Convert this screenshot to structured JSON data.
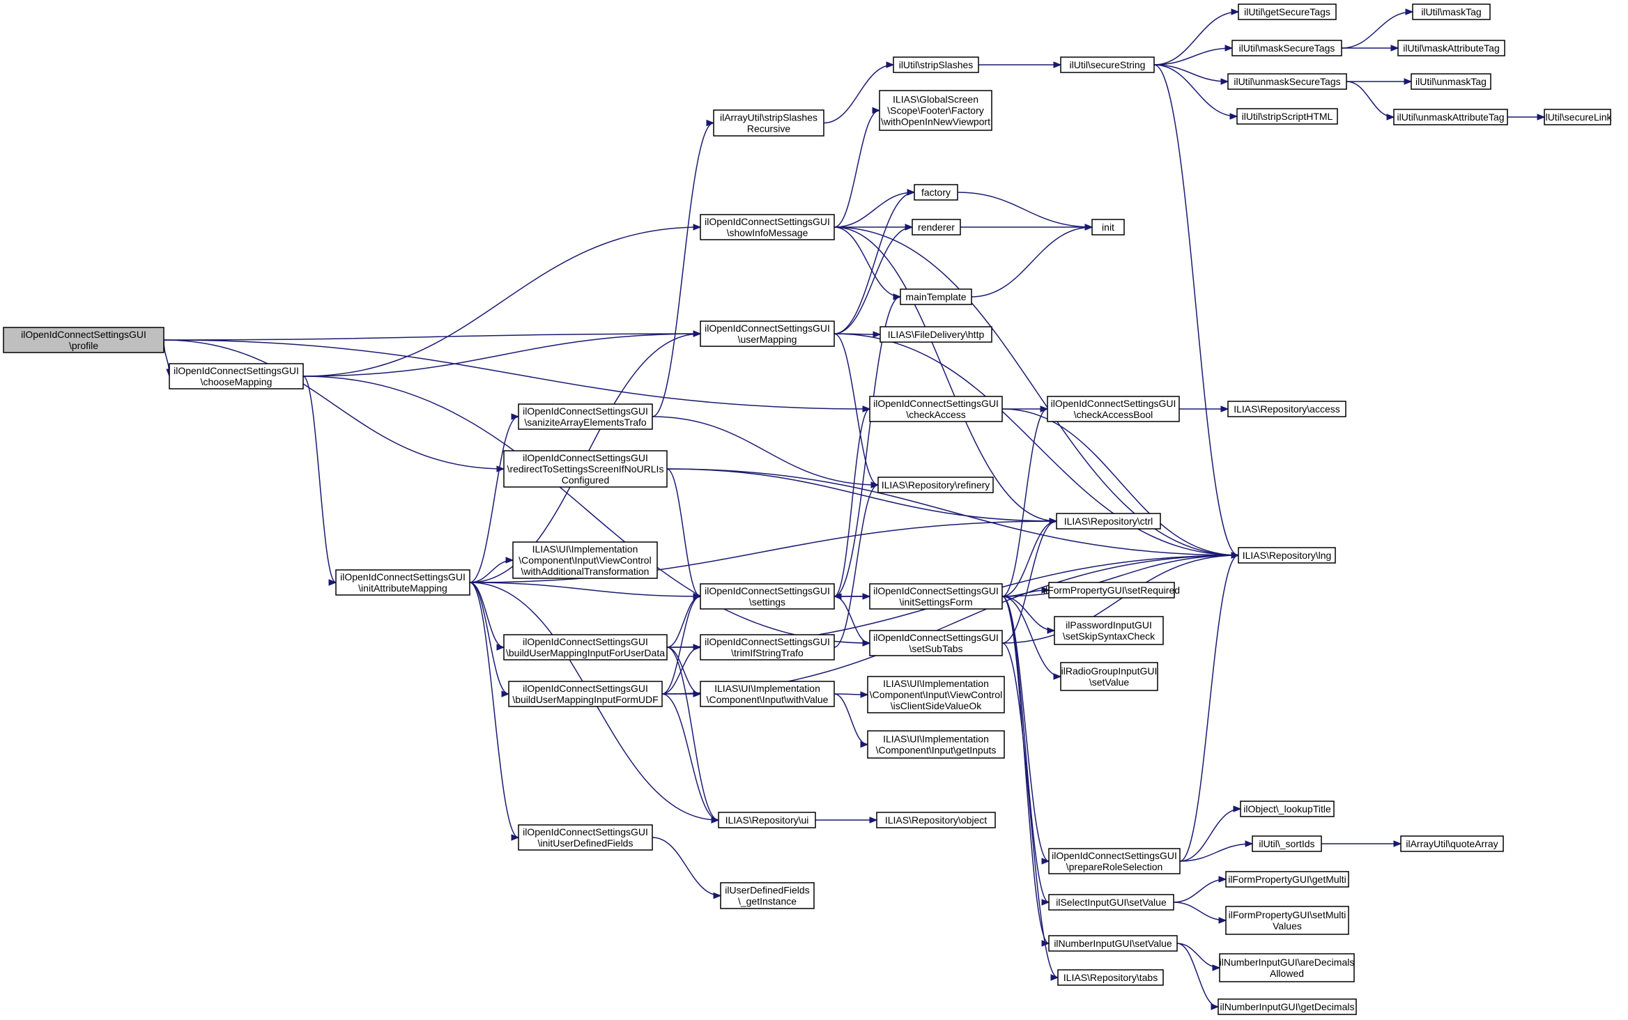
{
  "diagram": {
    "type": "call-graph",
    "root": "profile",
    "edge_color": "#191970",
    "root_fill": "#bfbfbf",
    "nodes": [
      {
        "id": "profile",
        "lines": [
          "ilOpenIdConnectSettingsGUI",
          "\\profile"
        ]
      },
      {
        "id": "chooseMapping",
        "lines": [
          "ilOpenIdConnectSettingsGUI",
          "\\chooseMapping"
        ]
      },
      {
        "id": "initAttributeMapping",
        "lines": [
          "ilOpenIdConnectSettingsGUI",
          "\\initAttributeMapping"
        ]
      },
      {
        "id": "stripSlashesRecursive",
        "lines": [
          "ilArrayUtil\\stripSlashes",
          "Recursive"
        ]
      },
      {
        "id": "showInfoMessage",
        "lines": [
          "ilOpenIdConnectSettingsGUI",
          "\\showInfoMessage"
        ]
      },
      {
        "id": "userMapping",
        "lines": [
          "ilOpenIdConnectSettingsGUI",
          "\\userMapping"
        ]
      },
      {
        "id": "saniziteArray",
        "lines": [
          "ilOpenIdConnectSettingsGUI",
          "\\saniziteArrayElementsTrafo"
        ]
      },
      {
        "id": "redirectToSettings",
        "lines": [
          "ilOpenIdConnectSettingsGUI",
          "\\redirectToSettingsScreenIfNoURLIs",
          "Configured"
        ]
      },
      {
        "id": "withAdditionalTransformation",
        "lines": [
          "ILIAS\\UI\\Implementation",
          "\\Component\\Input\\ViewControl",
          "\\withAdditionalTransformation"
        ]
      },
      {
        "id": "buildUserMappingInputForUserData",
        "lines": [
          "ilOpenIdConnectSettingsGUI",
          "\\buildUserMappingInputForUserData"
        ]
      },
      {
        "id": "buildUserMappingInputFormUDF",
        "lines": [
          "ilOpenIdConnectSettingsGUI",
          "\\buildUserMappingInputFormUDF"
        ]
      },
      {
        "id": "initUserDefinedFields",
        "lines": [
          "ilOpenIdConnectSettingsGUI",
          "\\initUserDefinedFields"
        ]
      },
      {
        "id": "getInstance",
        "lines": [
          "ilUserDefinedFields",
          "\\_getInstance"
        ]
      },
      {
        "id": "repoUi",
        "lines": [
          "ILIAS\\Repository\\ui"
        ]
      },
      {
        "id": "settings",
        "lines": [
          "ilOpenIdConnectSettingsGUI",
          "\\settings"
        ]
      },
      {
        "id": "trimIfStringTrafo",
        "lines": [
          "ilOpenIdConnectSettingsGUI",
          "\\trimIfStringTrafo"
        ]
      },
      {
        "id": "withValue",
        "lines": [
          "ILIAS\\UI\\Implementation",
          "\\Component\\Input\\withValue"
        ]
      },
      {
        "id": "stripSlashes",
        "lines": [
          "ilUtil\\stripSlashes"
        ]
      },
      {
        "id": "withOpenInNewViewport",
        "lines": [
          "ILIAS\\GlobalScreen",
          "\\Scope\\Footer\\Factory",
          "\\withOpenInNewViewport"
        ]
      },
      {
        "id": "factory",
        "lines": [
          "factory"
        ]
      },
      {
        "id": "renderer",
        "lines": [
          "renderer"
        ]
      },
      {
        "id": "mainTemplate",
        "lines": [
          "mainTemplate"
        ]
      },
      {
        "id": "http",
        "lines": [
          "ILIAS\\FileDelivery\\http"
        ]
      },
      {
        "id": "checkAccess",
        "lines": [
          "ilOpenIdConnectSettingsGUI",
          "\\checkAccess"
        ]
      },
      {
        "id": "refinery",
        "lines": [
          "ILIAS\\Repository\\refinery"
        ]
      },
      {
        "id": "initSettingsForm",
        "lines": [
          "ilOpenIdConnectSettingsGUI",
          "\\initSettingsForm"
        ]
      },
      {
        "id": "setSubTabs",
        "lines": [
          "ilOpenIdConnectSettingsGUI",
          "\\setSubTabs"
        ]
      },
      {
        "id": "isClientSideValueOk",
        "lines": [
          "ILIAS\\UI\\Implementation",
          "\\Component\\Input\\ViewControl",
          "\\isClientSideValueOk"
        ]
      },
      {
        "id": "getInputs",
        "lines": [
          "ILIAS\\UI\\Implementation",
          "\\Component\\Input\\getInputs"
        ]
      },
      {
        "id": "repoObject",
        "lines": [
          "ILIAS\\Repository\\object"
        ]
      },
      {
        "id": "secureString",
        "lines": [
          "ilUtil\\secureString"
        ]
      },
      {
        "id": "init",
        "lines": [
          "init"
        ]
      },
      {
        "id": "checkAccessBool",
        "lines": [
          "ilOpenIdConnectSettingsGUI",
          "\\checkAccessBool"
        ]
      },
      {
        "id": "repoCtrl",
        "lines": [
          "ILIAS\\Repository\\ctrl"
        ]
      },
      {
        "id": "setRequired",
        "lines": [
          "ilFormPropertyGUI\\setRequired"
        ]
      },
      {
        "id": "setSkipSyntaxCheck",
        "lines": [
          "ilPasswordInputGUI",
          "\\setSkipSyntaxCheck"
        ]
      },
      {
        "id": "radioSetValue",
        "lines": [
          "ilRadioGroupInputGUI",
          "\\setValue"
        ]
      },
      {
        "id": "prepareRoleSelection",
        "lines": [
          "ilOpenIdConnectSettingsGUI",
          "\\prepareRoleSelection"
        ]
      },
      {
        "id": "selectSetValue",
        "lines": [
          "ilSelectInputGUI\\setValue"
        ]
      },
      {
        "id": "numberSetValue",
        "lines": [
          "ilNumberInputGUI\\setValue"
        ]
      },
      {
        "id": "repoTabs",
        "lines": [
          "ILIAS\\Repository\\tabs"
        ]
      },
      {
        "id": "getSecureTags",
        "lines": [
          "ilUtil\\getSecureTags"
        ]
      },
      {
        "id": "maskSecureTags",
        "lines": [
          "ilUtil\\maskSecureTags"
        ]
      },
      {
        "id": "unmaskSecureTags",
        "lines": [
          "ilUtil\\unmaskSecureTags"
        ]
      },
      {
        "id": "stripScriptHTML",
        "lines": [
          "ilUtil\\stripScriptHTML"
        ]
      },
      {
        "id": "repoAccess",
        "lines": [
          "ILIAS\\Repository\\access"
        ]
      },
      {
        "id": "repoLng",
        "lines": [
          "ILIAS\\Repository\\lng"
        ]
      },
      {
        "id": "lookupTitle",
        "lines": [
          "ilObject\\_lookupTitle"
        ]
      },
      {
        "id": "sortIds",
        "lines": [
          "ilUtil\\_sortIds"
        ]
      },
      {
        "id": "getMulti",
        "lines": [
          "ilFormPropertyGUI\\getMulti"
        ]
      },
      {
        "id": "setMultiValues",
        "lines": [
          "ilFormPropertyGUI\\setMulti",
          "Values"
        ]
      },
      {
        "id": "areDecimalsAllowed",
        "lines": [
          "ilNumberInputGUI\\areDecimals",
          "Allowed"
        ]
      },
      {
        "id": "getDecimals",
        "lines": [
          "ilNumberInputGUI\\getDecimals"
        ]
      },
      {
        "id": "maskTag",
        "lines": [
          "ilUtil\\maskTag"
        ]
      },
      {
        "id": "maskAttributeTag",
        "lines": [
          "ilUtil\\maskAttributeTag"
        ]
      },
      {
        "id": "unmaskTag",
        "lines": [
          "ilUtil\\unmaskTag"
        ]
      },
      {
        "id": "unmaskAttributeTag",
        "lines": [
          "ilUtil\\unmaskAttributeTag"
        ]
      },
      {
        "id": "secureLink",
        "lines": [
          "ilUtil\\secureLink"
        ]
      },
      {
        "id": "quoteArray",
        "lines": [
          "ilArrayUtil\\quoteArray"
        ]
      }
    ],
    "edges": [
      [
        "profile",
        "chooseMapping"
      ],
      [
        "profile",
        "userMapping"
      ],
      [
        "profile",
        "checkAccess"
      ],
      [
        "profile",
        "redirectToSettings"
      ],
      [
        "chooseMapping",
        "showInfoMessage"
      ],
      [
        "chooseMapping",
        "userMapping"
      ],
      [
        "chooseMapping",
        "initAttributeMapping"
      ],
      [
        "chooseMapping",
        "setSubTabs"
      ],
      [
        "initAttributeMapping",
        "userMapping"
      ],
      [
        "initAttributeMapping",
        "saniziteArray"
      ],
      [
        "initAttributeMapping",
        "withAdditionalTransformation"
      ],
      [
        "initAttributeMapping",
        "settings"
      ],
      [
        "initAttributeMapping",
        "buildUserMappingInputForUserData"
      ],
      [
        "initAttributeMapping",
        "buildUserMappingInputFormUDF"
      ],
      [
        "initAttributeMapping",
        "initUserDefinedFields"
      ],
      [
        "initAttributeMapping",
        "repoUi"
      ],
      [
        "initAttributeMapping",
        "repoCtrl"
      ],
      [
        "saniziteArray",
        "stripSlashesRecursive"
      ],
      [
        "saniziteArray",
        "refinery"
      ],
      [
        "stripSlashesRecursive",
        "stripSlashes"
      ],
      [
        "stripSlashes",
        "secureString"
      ],
      [
        "redirectToSettings",
        "settings"
      ],
      [
        "redirectToSettings",
        "repoCtrl"
      ],
      [
        "redirectToSettings",
        "repoLng"
      ],
      [
        "showInfoMessage",
        "withOpenInNewViewport"
      ],
      [
        "showInfoMessage",
        "factory"
      ],
      [
        "showInfoMessage",
        "renderer"
      ],
      [
        "showInfoMessage",
        "mainTemplate"
      ],
      [
        "showInfoMessage",
        "repoLng"
      ],
      [
        "showInfoMessage",
        "repoCtrl"
      ],
      [
        "userMapping",
        "factory"
      ],
      [
        "userMapping",
        "renderer"
      ],
      [
        "userMapping",
        "http"
      ],
      [
        "userMapping",
        "refinery"
      ],
      [
        "userMapping",
        "repoLng"
      ],
      [
        "factory",
        "init"
      ],
      [
        "renderer",
        "init"
      ],
      [
        "mainTemplate",
        "init"
      ],
      [
        "settings",
        "mainTemplate"
      ],
      [
        "settings",
        "checkAccess"
      ],
      [
        "settings",
        "initSettingsForm"
      ],
      [
        "settings",
        "setSubTabs"
      ],
      [
        "initSettingsForm",
        "settings"
      ],
      [
        "initSettingsForm",
        "checkAccessBool"
      ],
      [
        "initSettingsForm",
        "repoCtrl"
      ],
      [
        "initSettingsForm",
        "repoLng"
      ],
      [
        "initSettingsForm",
        "setRequired"
      ],
      [
        "initSettingsForm",
        "setSkipSyntaxCheck"
      ],
      [
        "initSettingsForm",
        "radioSetValue"
      ],
      [
        "initSettingsForm",
        "prepareRoleSelection"
      ],
      [
        "initSettingsForm",
        "selectSetValue"
      ],
      [
        "initSettingsForm",
        "numberSetValue"
      ],
      [
        "setSubTabs",
        "repoCtrl"
      ],
      [
        "setSubTabs",
        "repoLng"
      ],
      [
        "setSubTabs",
        "repoTabs"
      ],
      [
        "checkAccess",
        "checkAccessBool"
      ],
      [
        "checkAccess",
        "repoLng"
      ],
      [
        "checkAccessBool",
        "repoAccess"
      ],
      [
        "buildUserMappingInputForUserData",
        "settings"
      ],
      [
        "buildUserMappingInputForUserData",
        "trimIfStringTrafo"
      ],
      [
        "buildUserMappingInputForUserData",
        "withValue"
      ],
      [
        "buildUserMappingInputForUserData",
        "repoUi"
      ],
      [
        "buildUserMappingInputForUserData",
        "repoLng"
      ],
      [
        "buildUserMappingInputFormUDF",
        "settings"
      ],
      [
        "buildUserMappingInputFormUDF",
        "trimIfStringTrafo"
      ],
      [
        "buildUserMappingInputFormUDF",
        "withValue"
      ],
      [
        "buildUserMappingInputFormUDF",
        "repoUi"
      ],
      [
        "buildUserMappingInputFormUDF",
        "repoLng"
      ],
      [
        "trimIfStringTrafo",
        "refinery"
      ],
      [
        "withValue",
        "isClientSideValueOk"
      ],
      [
        "withValue",
        "getInputs"
      ],
      [
        "repoUi",
        "repoObject"
      ],
      [
        "initUserDefinedFields",
        "getInstance"
      ],
      [
        "secureString",
        "getSecureTags"
      ],
      [
        "secureString",
        "maskSecureTags"
      ],
      [
        "secureString",
        "unmaskSecureTags"
      ],
      [
        "secureString",
        "stripScriptHTML"
      ],
      [
        "secureString",
        "repoLng"
      ],
      [
        "maskSecureTags",
        "maskTag"
      ],
      [
        "maskSecureTags",
        "maskAttributeTag"
      ],
      [
        "unmaskSecureTags",
        "unmaskTag"
      ],
      [
        "unmaskSecureTags",
        "unmaskAttributeTag"
      ],
      [
        "unmaskAttributeTag",
        "secureLink"
      ],
      [
        "prepareRoleSelection",
        "lookupTitle"
      ],
      [
        "prepareRoleSelection",
        "sortIds"
      ],
      [
        "prepareRoleSelection",
        "repoLng"
      ],
      [
        "sortIds",
        "quoteArray"
      ],
      [
        "selectSetValue",
        "getMulti"
      ],
      [
        "selectSetValue",
        "setMultiValues"
      ],
      [
        "numberSetValue",
        "areDecimalsAllowed"
      ],
      [
        "numberSetValue",
        "getDecimals"
      ]
    ]
  }
}
